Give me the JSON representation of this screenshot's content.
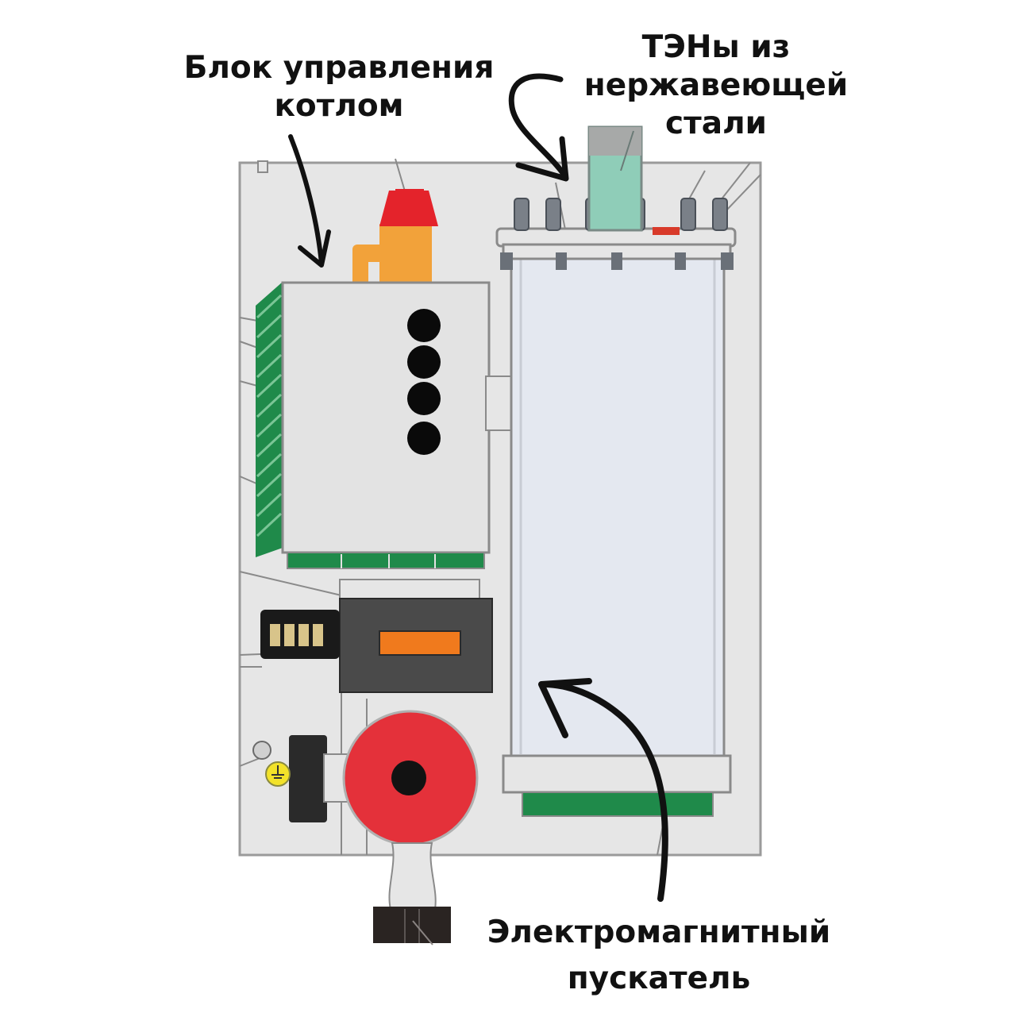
{
  "labels": {
    "control_unit": [
      "Блок управления",
      "котлом"
    ],
    "heating_elements": [
      "ТЭНы из",
      "нержавеющей",
      "стали"
    ],
    "contactor": [
      "Электромагнитный",
      "пускатель"
    ]
  },
  "colors": {
    "housing": "#e6e6e6",
    "housing_border": "#8a8a8a",
    "control_box": "#e3e3e3",
    "radiator_green": "#1f8a4a",
    "tank": "#e4e8f0",
    "safety_valve_red": "#e4232b",
    "valve_orange": "#f2a23a",
    "pump_red": "#e4313a",
    "contactor_body": "#4a4a4a",
    "contactor_window": "#f07a1d",
    "sensor_teal": "#8fcdb8",
    "ground_yellow": "#f2e22a",
    "arrow": "#111111"
  },
  "icons": [
    "pointer-arrow-icon",
    "ground-terminal-icon",
    "indicator-lamp-icon"
  ]
}
